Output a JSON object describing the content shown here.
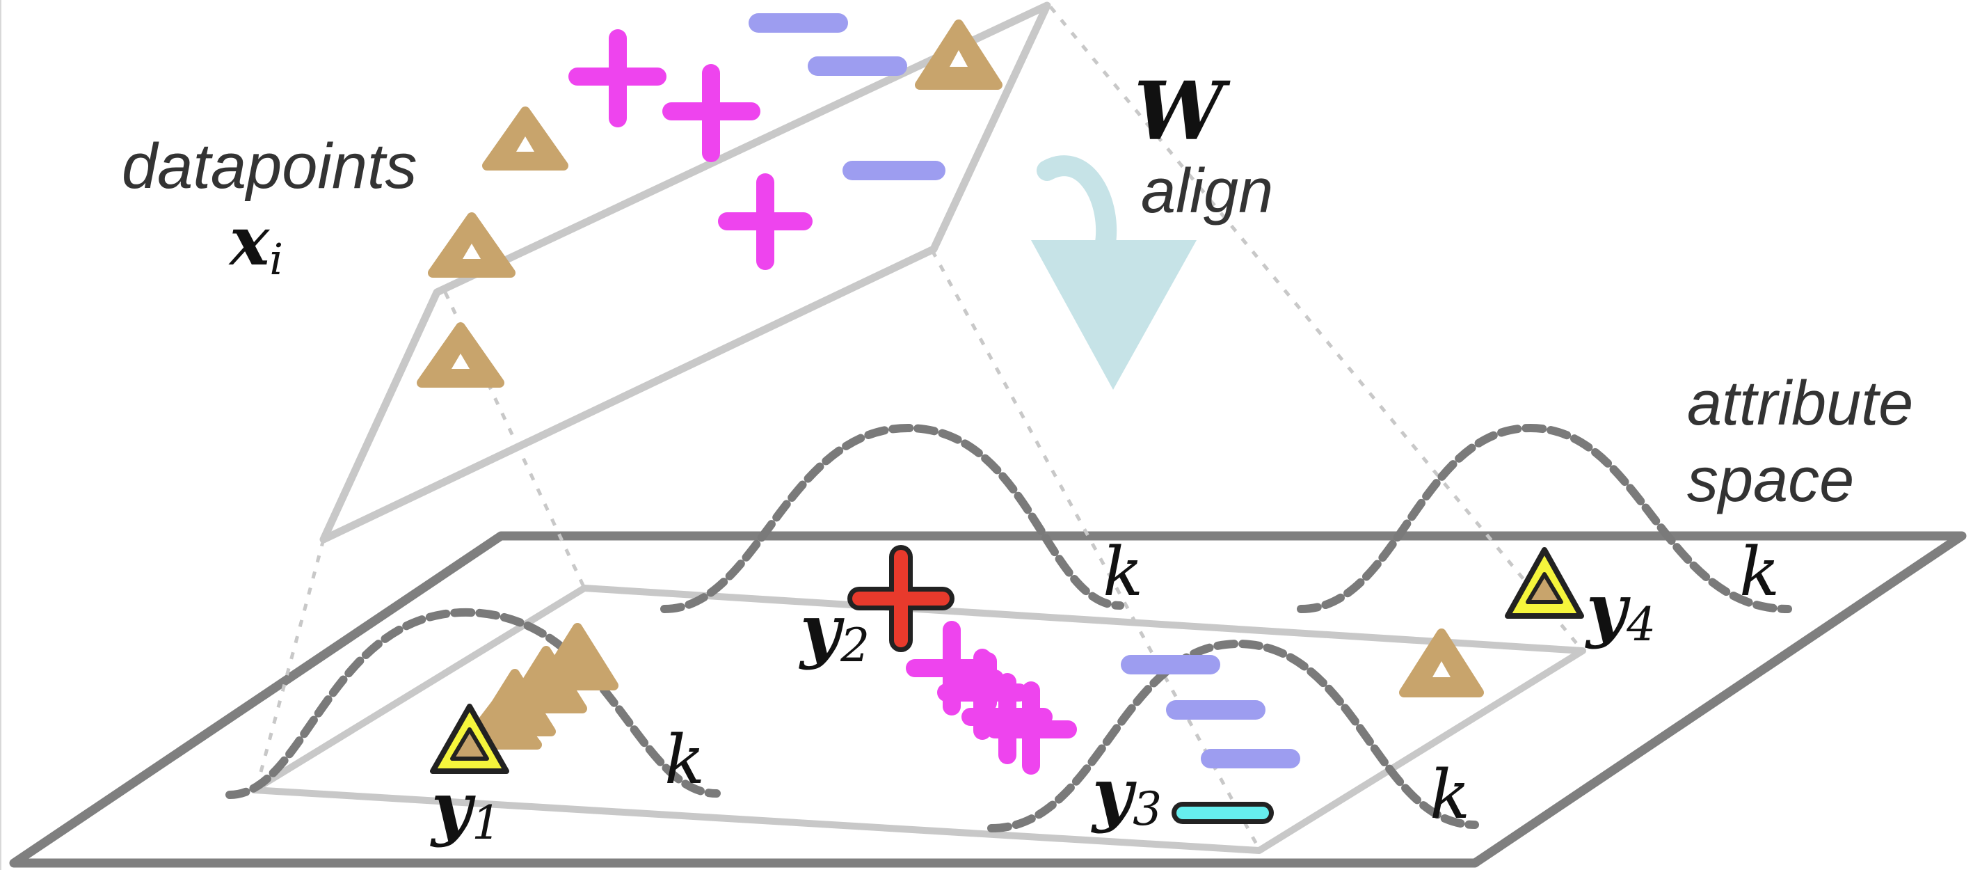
{
  "labels": {
    "datapoints": "datapoints",
    "x_base": "x",
    "x_sub": "i",
    "w": "W",
    "align": "align",
    "attr1": "attribute",
    "attr2": "space",
    "k": "k",
    "y": "y",
    "y1_sub": "1",
    "y2_sub": "2",
    "y3_sub": "3",
    "y4_sub": "4"
  },
  "colors": {
    "triangle": "#c8a46c",
    "plus": "#ee44ee",
    "minus": "#9d9df0",
    "highlight_fill": "#f5f53c",
    "highlight_plus": "#e83a2c",
    "highlight_minus": "#66eeee",
    "plane_dark": "#7f7f7f",
    "plane_light": "#c8c8c8",
    "arrow": "#c6e3e7",
    "curve": "#7a7a7a"
  }
}
